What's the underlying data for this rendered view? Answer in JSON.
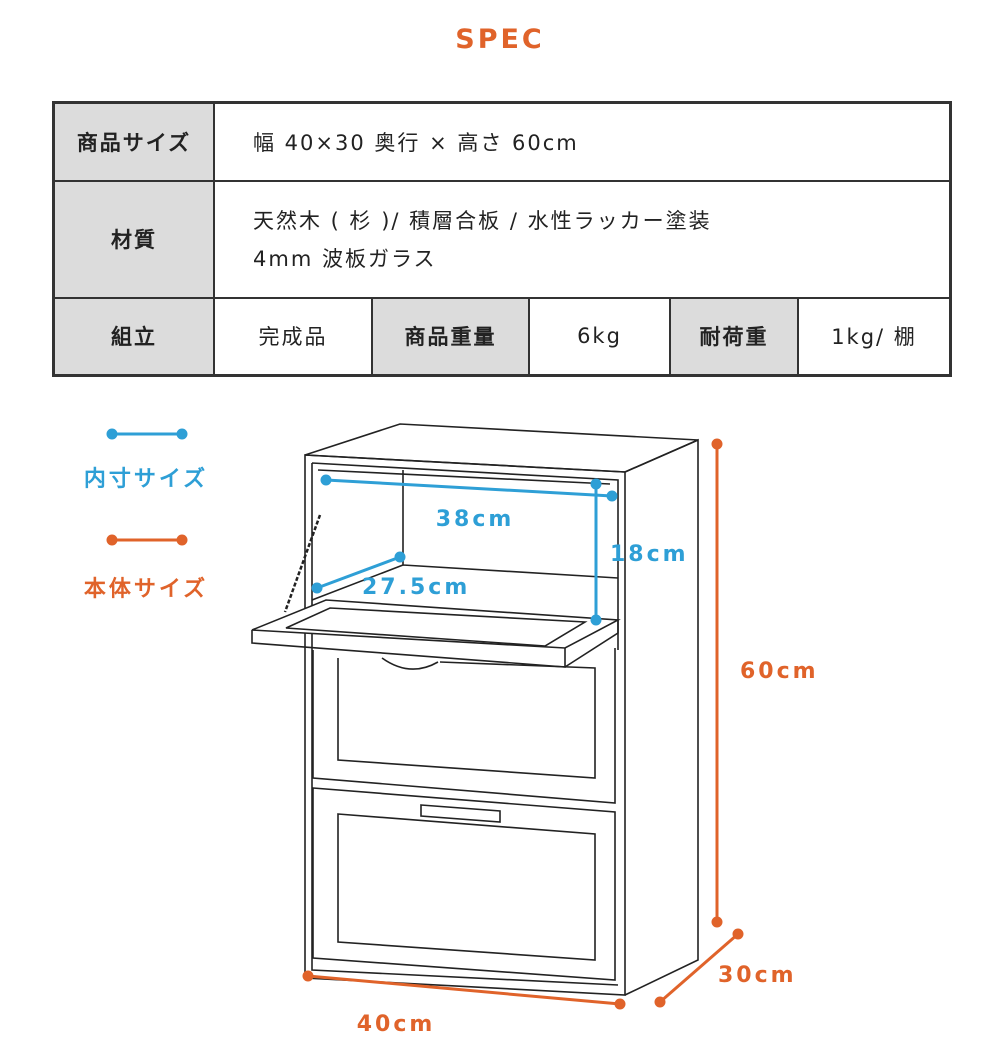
{
  "title": "SPEC",
  "spec": {
    "size_label": "商品サイズ",
    "size_value": "幅 40×30 奥行 × 高さ 60cm",
    "material_label": "材質",
    "material_line1": "天然木 ( 杉 )/ 積層合板 / 水性ラッカー塗装",
    "material_line2": "4mm 波板ガラス",
    "assembly_label": "組立",
    "assembly_value": "完成品",
    "weight_label": "商品重量",
    "weight_value": "6kg",
    "load_label": "耐荷重",
    "load_value": "1kg/ 棚"
  },
  "legend": {
    "inner_label": "内寸サイズ",
    "outer_label": "本体サイズ"
  },
  "dimensions": {
    "inner_width": "38cm",
    "inner_height": "18cm",
    "inner_depth": "27.5cm",
    "height": "60cm",
    "width": "40cm",
    "depth": "30cm"
  },
  "colors": {
    "inner": "#2e9fd6",
    "outer": "#e0632a",
    "header_bg": "#dcdcdc"
  }
}
